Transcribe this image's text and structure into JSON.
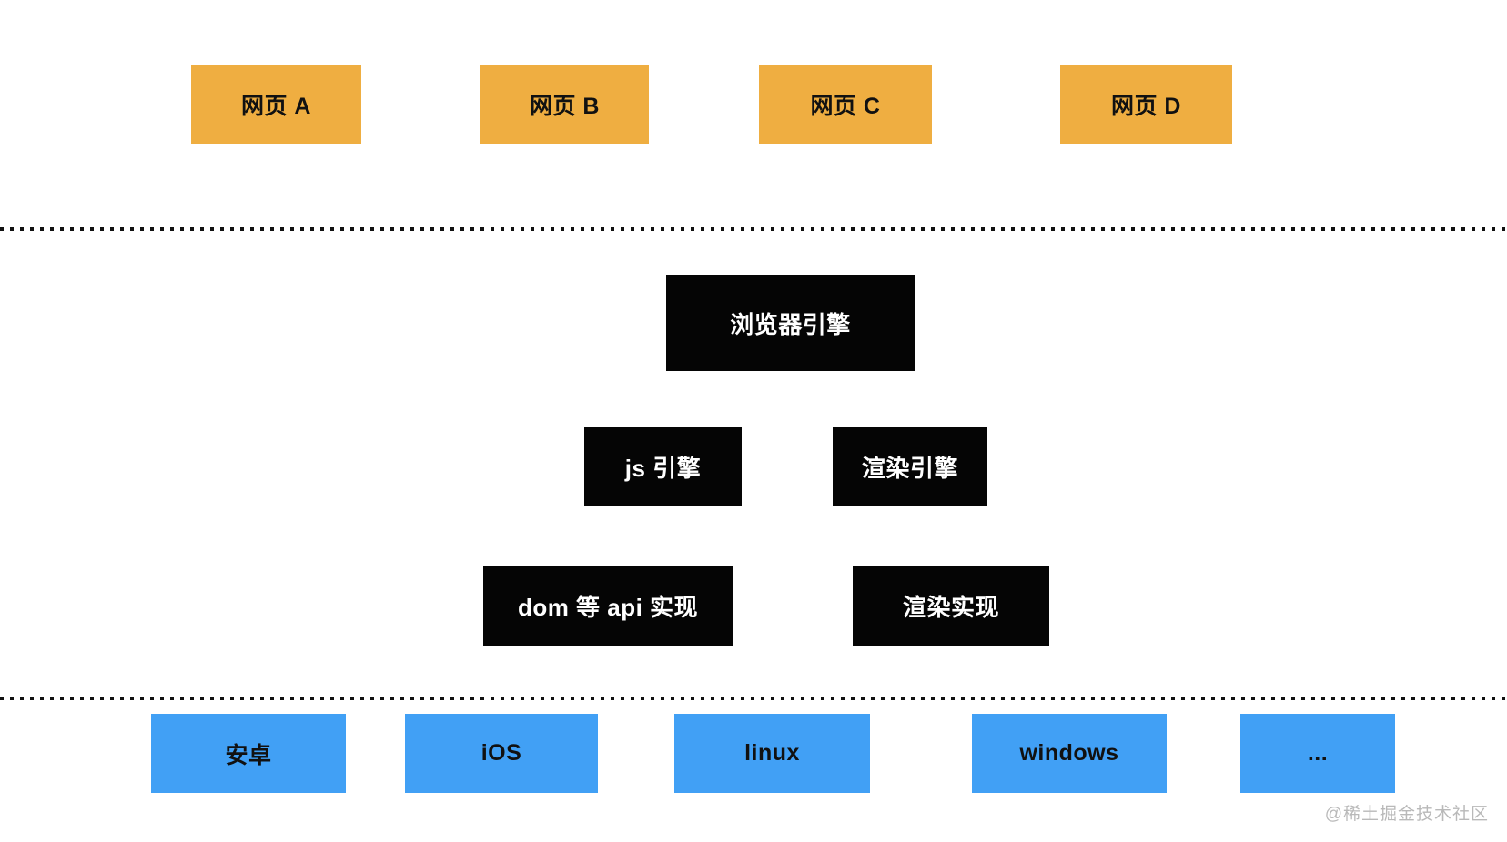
{
  "diagram": {
    "title": "browser-architecture-diagram",
    "top_row": [
      {
        "label": "网页 A"
      },
      {
        "label": "网页 B"
      },
      {
        "label": "网页 C"
      },
      {
        "label": "网页 D"
      }
    ],
    "browser_engine": {
      "label": "浏览器引擎"
    },
    "engine_row": [
      {
        "label": "js 引擎"
      },
      {
        "label": "渲染引擎"
      }
    ],
    "impl_row": [
      {
        "label": "dom 等 api 实现"
      },
      {
        "label": "渲染实现"
      }
    ],
    "platform_row": [
      {
        "label": "安卓"
      },
      {
        "label": "iOS"
      },
      {
        "label": "linux"
      },
      {
        "label": "windows"
      },
      {
        "label": "..."
      }
    ],
    "watermark": "@稀土掘金技术社区",
    "colors": {
      "web_page_box": "#EFAE41",
      "engine_box": "#050505",
      "engine_text": "#ffffff",
      "platform_box": "#41A0F5",
      "separator": "#111111",
      "watermark_text": "#b9b9b9",
      "background": "#ffffff"
    }
  }
}
